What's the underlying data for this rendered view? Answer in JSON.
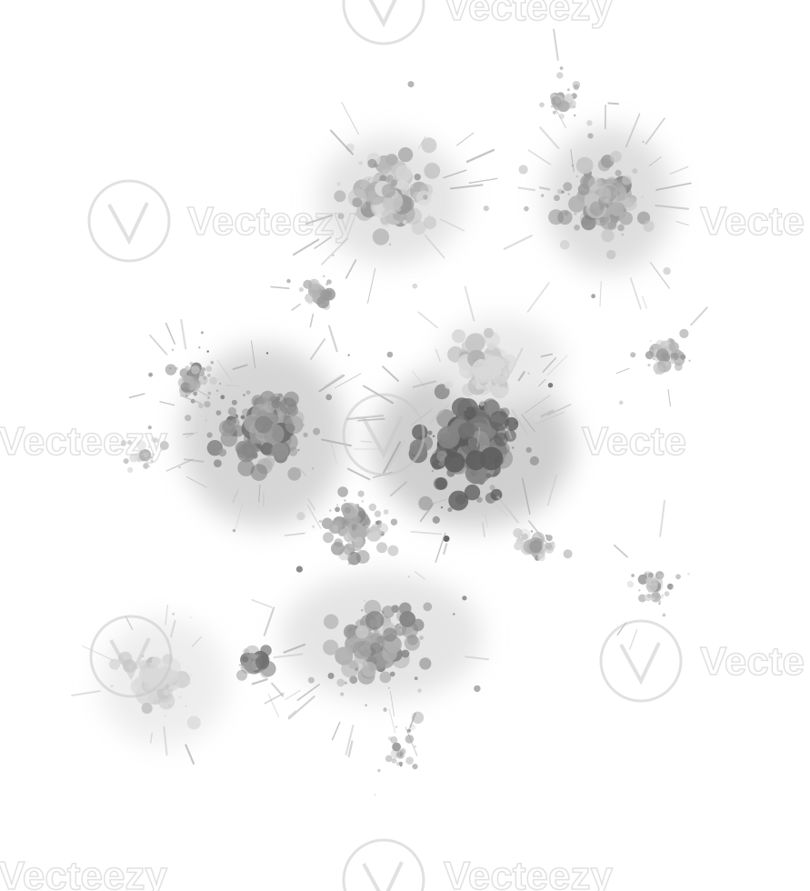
{
  "artwork": {
    "subject": "splatter-artwork",
    "ink_colors": [
      "#5d5d5d",
      "#707070",
      "#858585",
      "#9a9a9a",
      "#b0b0b0",
      "#c6c6c6",
      "#d9d9d9"
    ],
    "background_color": "#ffffff",
    "watermark": {
      "text": "Vecteezy",
      "fragment": "Vecte",
      "color": "#c8c8c8"
    }
  }
}
